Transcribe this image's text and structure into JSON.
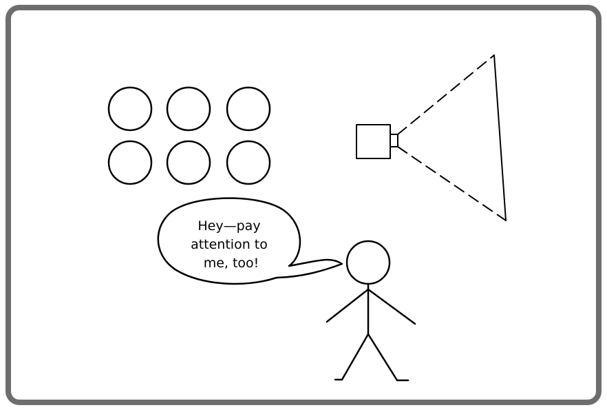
{
  "speech": {
    "lines": [
      "Hey—pay",
      "attention to",
      "me, too!"
    ]
  },
  "colors": {
    "frame": "#6e6e6e",
    "stroke": "#000000",
    "background": "#ffffff"
  }
}
